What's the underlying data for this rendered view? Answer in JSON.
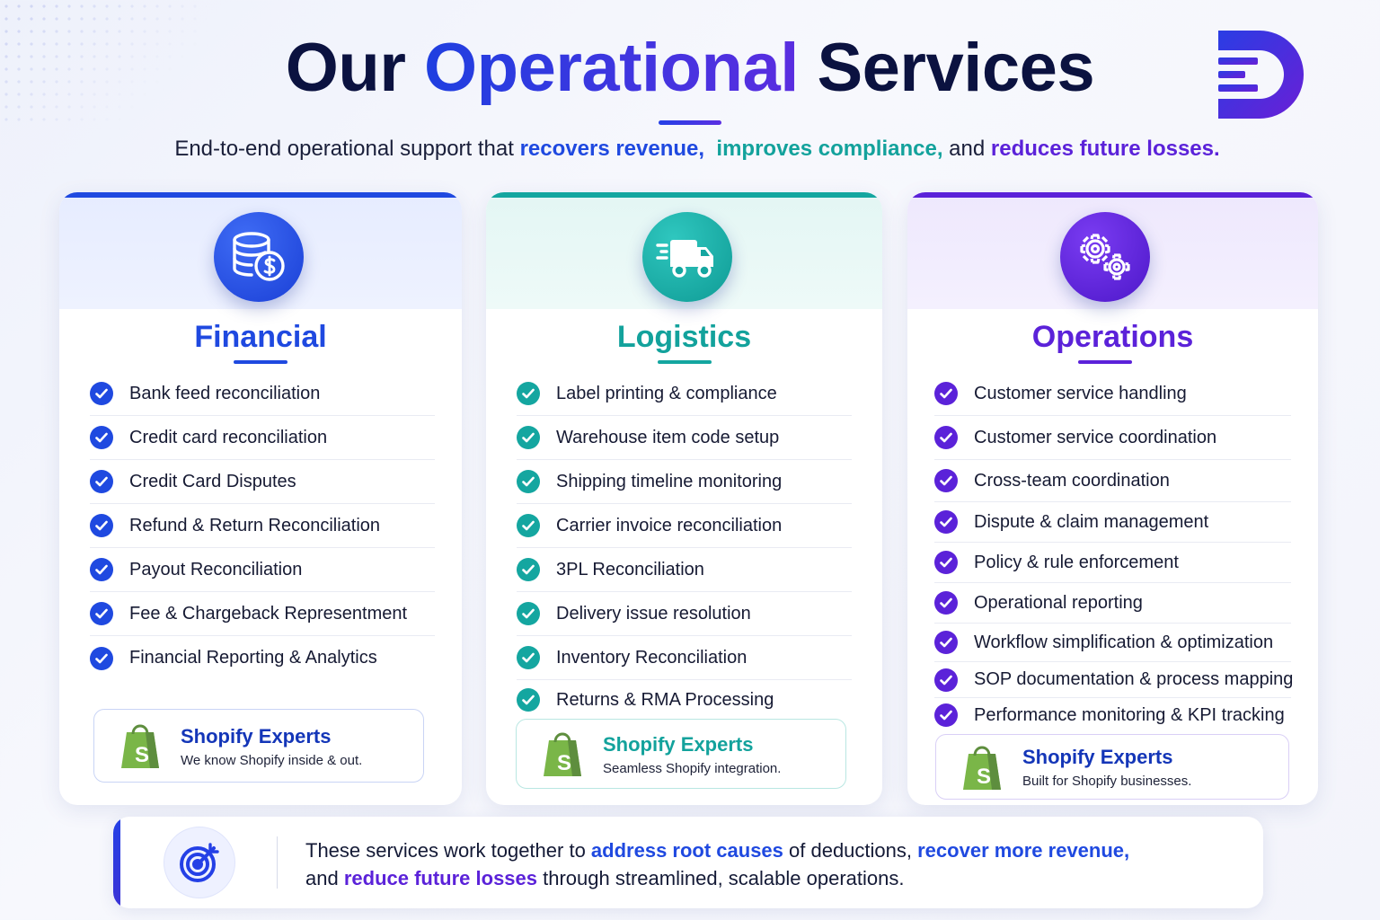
{
  "colors": {
    "navy": "#0b1240",
    "financial": "#1f49e0",
    "logistics": "#14a6a0",
    "operations": "#5b22d9",
    "shopify_green": "#7ab648"
  },
  "header": {
    "title_part1": "Our ",
    "title_accent": "Operational",
    "title_part2": " Services",
    "subtitle_lead": "End-to-end operational support that ",
    "subtitle_hl1": "recovers revenue,",
    "subtitle_hl2": "improves compliance,",
    "subtitle_mid": " and ",
    "subtitle_hl3": "reduces future losses.",
    "logo_icon": "brand-d-logo-icon"
  },
  "cards": [
    {
      "title": "Financial",
      "icon": "coins-dollar-icon",
      "items": [
        "Bank feed reconciliation",
        "Credit card reconciliation",
        "Credit Card Disputes",
        "Refund & Return Reconciliation",
        "Payout Reconciliation",
        "Fee & Chargeback Representment",
        "Financial Reporting & Analytics"
      ],
      "shopify": {
        "title": "Shopify Experts",
        "subtitle": "We know Shopify inside & out."
      }
    },
    {
      "title": "Logistics",
      "icon": "truck-icon",
      "items": [
        "Label printing & compliance",
        "Warehouse item code setup",
        "Shipping timeline monitoring",
        "Carrier invoice reconciliation",
        "3PL Reconciliation",
        "Delivery issue resolution",
        "Inventory Reconciliation",
        "Returns & RMA Processing"
      ],
      "shopify": {
        "title": "Shopify Experts",
        "subtitle": "Seamless Shopify integration."
      }
    },
    {
      "title": "Operations",
      "icon": "gears-icon",
      "items": [
        "Customer service handling",
        "Customer service coordination",
        "Cross-team coordination",
        "Dispute & claim management",
        "Policy & rule enforcement",
        "Operational reporting",
        "Workflow simplification & optimization",
        "SOP documentation & process mapping",
        "Performance monitoring & KPI tracking"
      ],
      "shopify": {
        "title": "Shopify Experts",
        "subtitle": "Built for Shopify businesses."
      }
    }
  ],
  "footer": {
    "icon": "target-icon",
    "line1_a": "These services work together to ",
    "line1_hl1": "address root causes",
    "line1_b": " of deductions, ",
    "line1_hl2": "recover more revenue,",
    "line2_a": "and ",
    "line2_hl": "reduce future losses",
    "line2_b": " through streamlined, scalable operations."
  }
}
